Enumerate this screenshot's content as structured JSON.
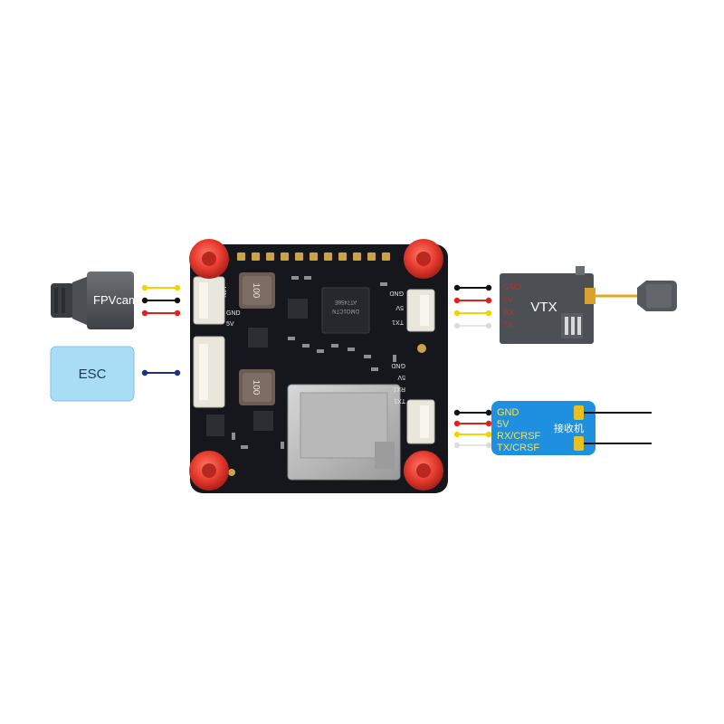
{
  "camera": {
    "label": "FPVcam"
  },
  "esc": {
    "label": "ESC"
  },
  "vtx": {
    "label": "VTX",
    "pin_labels": [
      "GND",
      "5V",
      "RX",
      "TX"
    ]
  },
  "receiver": {
    "labels": [
      "GND",
      "5V",
      "RX/CRSF",
      "TX/CRSF"
    ],
    "name": "接收机"
  },
  "board": {
    "left_top_pads": [
      "VIN",
      "GND",
      "5V"
    ],
    "right_top_pads": [
      "GND",
      "5V",
      "TX1"
    ],
    "right_bottom_pads": [
      "GND",
      "5V",
      "RX1",
      "TX1"
    ],
    "inductor_marks": [
      "100",
      "100"
    ],
    "chip_text": [
      "AT7456E",
      "DMO1CTN"
    ]
  },
  "colors": {
    "pcb": "#15171c",
    "mount": "#e63b2e",
    "camera": "#55595e",
    "esc_fill": "#a9dcf5",
    "vtx_fill": "#4c4f53",
    "receiver_fill": "#1f8fe0",
    "wire_yellow": "#f2d500",
    "wire_black": "#111111",
    "wire_red": "#e3201b",
    "wire_white": "#e6e6e6",
    "wire_blue": "#1d2e8f"
  },
  "icons": [
    "camera-icon",
    "antenna-icon"
  ]
}
